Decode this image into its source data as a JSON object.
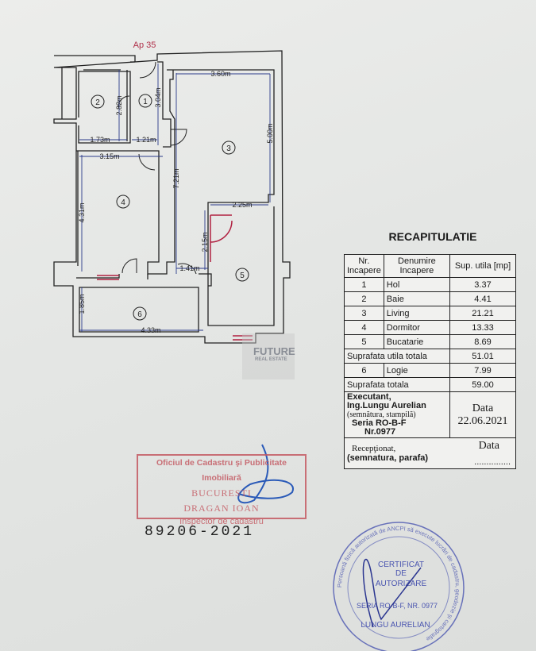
{
  "plan": {
    "title": "Ap 35",
    "rooms": [
      "1",
      "2",
      "3",
      "4",
      "5",
      "6"
    ],
    "dimensions": {
      "living_width": "3.60m",
      "living_height": "5.00m",
      "bath_height": "2.82m",
      "hall_height": "3.04m",
      "bath_width": "1.73m",
      "hall_width": "1.21m",
      "bedroom_width": "3.15m",
      "living_depth": "7.21m",
      "bedroom_height": "4.31m",
      "kitchen_width": "2.25m",
      "kitchen_height": "2.15m",
      "passage_width": "1.41m",
      "loggia_height": "1.85m",
      "loggia_width": "4.33m"
    }
  },
  "watermark": {
    "line1": "FUTURE",
    "line2": "REAL ESTATE"
  },
  "recap": {
    "title": "RECAPITULATIE",
    "headers": [
      "Nr. Incapere",
      "Denumire Incapere",
      "Sup. utila [mp]"
    ],
    "rows": [
      {
        "nr": "1",
        "name": "Hol",
        "area": "3.37"
      },
      {
        "nr": "2",
        "name": "Baie",
        "area": "4.41"
      },
      {
        "nr": "3",
        "name": "Living",
        "area": "21.21"
      },
      {
        "nr": "4",
        "name": "Dormitor",
        "area": "13.33"
      },
      {
        "nr": "5",
        "name": "Bucatarie",
        "area": "8.69"
      }
    ],
    "useful_total_label": "Suprafata utila totala",
    "useful_total": "51.01",
    "loggia": {
      "nr": "6",
      "name": "Logie",
      "area": "7.99"
    },
    "total_label": "Suprafata totala",
    "total": "59.00",
    "executant_label": "Executant,",
    "executant_name": "Ing.Lungu  Aurelian",
    "executant_sign": "(semnătura, stampilă)",
    "executant_series": "Seria  RO-B-F",
    "executant_nr": "Nr.0977",
    "date_label": "Data",
    "date": "22.06.2021",
    "received_label": "Recepţionat,",
    "received_sign": "(semnatura,  parafa)",
    "received_date_label": "Data",
    "received_date": "..............."
  },
  "stamp_ocpi": {
    "line1": "Oficiul de Cadastru şi Publicitate Imobiliară",
    "line2": "BUCURESTI",
    "line3": "DRAGAN IOAN",
    "line4": "Inspector de cadastru"
  },
  "registration_number": "89206-2021",
  "stamp_certificate": {
    "ring": "Persoană fizică autorizată de ANCPI să execute lucrări de cadastru, geodezie şi cartografie",
    "line1": "CERTIFICAT",
    "line2": "DE",
    "line3": "AUTORIZARE",
    "line4": "SERIA RO-B-F, NR. 0977",
    "line5": "LUNGU AURELIAN"
  },
  "colors": {
    "ink": "#222222",
    "red_stamp": "#c45a63",
    "blue_stamp": "#4a55b0",
    "dimension": "#2a3a8a"
  }
}
